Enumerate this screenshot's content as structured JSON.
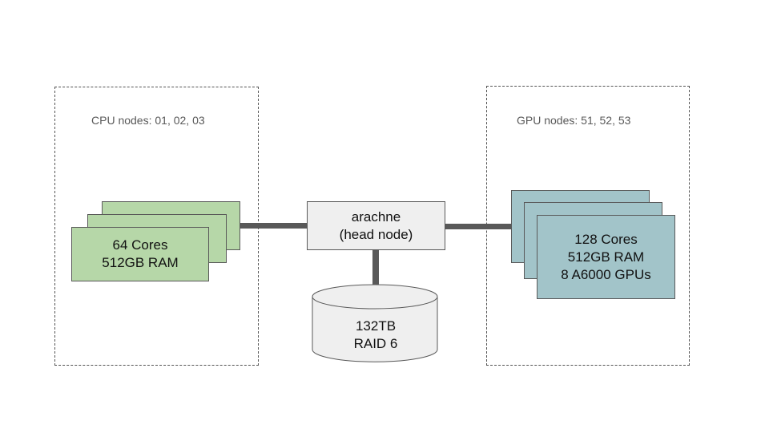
{
  "diagram": {
    "cpu_group": {
      "label": "CPU nodes: 01, 02, 03",
      "card_lines": [
        "64 Cores",
        "512GB RAM"
      ],
      "fill_color": "#b6d7a8",
      "node_count": 3
    },
    "gpu_group": {
      "label": "GPU nodes: 51, 52, 53",
      "card_lines": [
        "128 Cores",
        "512GB RAM",
        "8 A6000 GPUs"
      ],
      "fill_color": "#a2c4c9",
      "node_count": 3
    },
    "head_node": {
      "lines": [
        "arachne",
        "(head node)"
      ],
      "fill_color": "#efefef"
    },
    "storage": {
      "lines": [
        "132TB",
        "RAID 6"
      ],
      "fill_color": "#efefef"
    },
    "connector_color": "#595959"
  }
}
